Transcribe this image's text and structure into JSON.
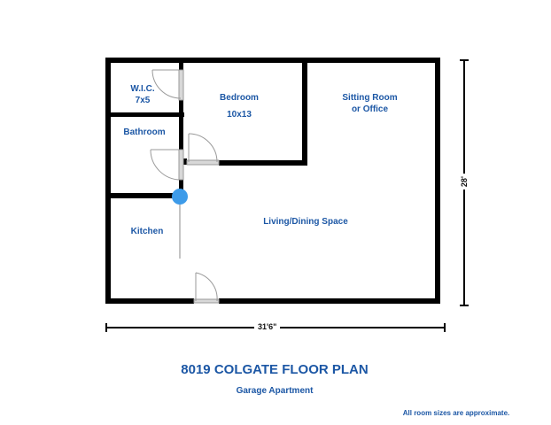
{
  "plan": {
    "title": "8019 COLGATE FLOOR PLAN",
    "subtitle": "Garage Apartment",
    "note": "All room sizes are approximate.",
    "dimensions": {
      "width": "31'6\"",
      "height": "28'"
    },
    "rooms": {
      "wic": {
        "name": "W.I.C.",
        "size": "7x5"
      },
      "bedroom": {
        "name": "Bedroom",
        "size": "10x13"
      },
      "sitting": {
        "name": "Sitting Room",
        "name2": "or Office"
      },
      "bathroom": {
        "name": "Bathroom"
      },
      "kitchen": {
        "name": "Kitchen"
      },
      "living": {
        "name": "Living/Dining Space"
      }
    },
    "colors": {
      "label": "#1c57a5",
      "wall": "#000000",
      "door": "#9a9a9a",
      "marker": "#3d9be9"
    }
  }
}
